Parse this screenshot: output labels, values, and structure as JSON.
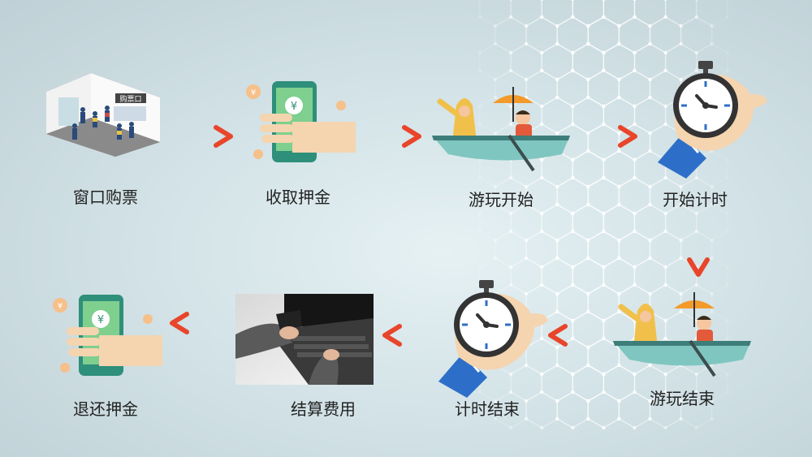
{
  "steps": [
    {
      "id": "window",
      "label": "窗口购票",
      "sign": "购票口"
    },
    {
      "id": "deposit",
      "label": "收取押金"
    },
    {
      "id": "play-start",
      "label": "游玩开始"
    },
    {
      "id": "timer-start",
      "label": "开始计时"
    },
    {
      "id": "play-end",
      "label": "游玩结束"
    },
    {
      "id": "timer-end",
      "label": "计时结束"
    },
    {
      "id": "settle",
      "label": "结算费用"
    },
    {
      "id": "refund",
      "label": "退还押金"
    }
  ],
  "currency_symbol": "¥",
  "colors": {
    "arrow_start": "#f7a23a",
    "arrow_end": "#e8452a",
    "phone_green": "#2e8f7a",
    "skin": "#f5d4b0",
    "boat": "#7fc6c0",
    "raincoat": "#f1c04a",
    "umbrella": "#f39a2a",
    "timer_blue": "#2d6fc8"
  }
}
